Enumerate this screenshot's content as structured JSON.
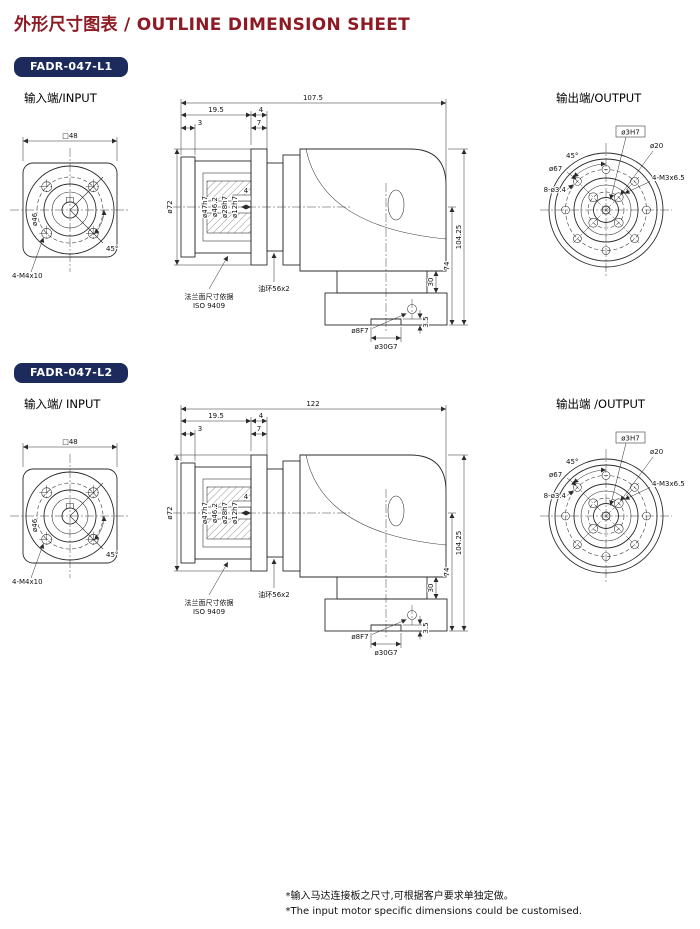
{
  "header": {
    "title": "外形尺寸图表 / OUTLINE DIMENSION SHEET"
  },
  "colors": {
    "accent_red": "#8E1B24",
    "badge_navy": "#1C2B5C"
  },
  "footer": {
    "note_zh": "*输入马达连接板之尺寸,可根据客户要求单独定做。",
    "note_en": "*The input motor specific dimensions could be customised."
  },
  "sections": [
    {
      "badge": "FADR-047-L1",
      "input_label": "输入端/INPUT",
      "output_label": "输出端/OUTPUT",
      "input_view": {
        "square": "□48",
        "bolt_circle": "ø46",
        "bolt_spec": "4-M4x10",
        "angle": "45°"
      },
      "side_view": {
        "total_length": "107.5",
        "len_19_5": "19.5",
        "len_4": "4",
        "len_3": "3",
        "len_7": "7",
        "dia_72": "ø72",
        "dia_47": "ø47h7",
        "dia_46_2": "ø46.2",
        "dia_28": "ø28h7",
        "dia_12": "ø12h7",
        "key_width": "4",
        "flange_note_line1": "法兰面尺寸依据",
        "flange_note_line2": "ISO 9409",
        "oil_seal": "油环56x2",
        "height_total": "104.25",
        "height_74": "74",
        "height_30": "30",
        "dia_8": "ø8F7",
        "depth_3_5": "3.5",
        "dia_30": "ø30G7"
      },
      "output_view": {
        "dia_67": "ø67",
        "holes": "8-ø3.4",
        "dowel": "ø3H7",
        "dia_20": "ø20",
        "tap_spec": "4-M3x6.5",
        "angle": "45°"
      }
    },
    {
      "badge": "FADR-047-L2",
      "input_label": "输入端/ INPUT",
      "output_label": "输出端 /OUTPUT",
      "input_view": {
        "square": "□48",
        "bolt_circle": "ø46",
        "bolt_spec": "4-M4x10",
        "angle": "45°"
      },
      "side_view": {
        "total_length": "122",
        "len_19_5": "19.5",
        "len_4": "4",
        "len_3": "3",
        "len_7": "7",
        "dia_72": "ø72",
        "dia_47": "ø47h7",
        "dia_46_2": "ø46.2",
        "dia_28": "ø28h7",
        "dia_12": "ø12h7",
        "key_width": "4",
        "flange_note_line1": "法兰面尺寸依据",
        "flange_note_line2": "ISO 9409",
        "oil_seal": "油环56x2",
        "height_total": "104.25",
        "height_74": "74",
        "height_30": "30",
        "dia_8": "ø8F7",
        "depth_3_5": "3.5",
        "dia_30": "ø30G7"
      },
      "output_view": {
        "dia_67": "ø67",
        "holes": "8-ø3.4",
        "dowel": "ø3H7",
        "dia_20": "ø20",
        "tap_spec": "4-M3x6.5",
        "angle": "45°"
      }
    }
  ]
}
